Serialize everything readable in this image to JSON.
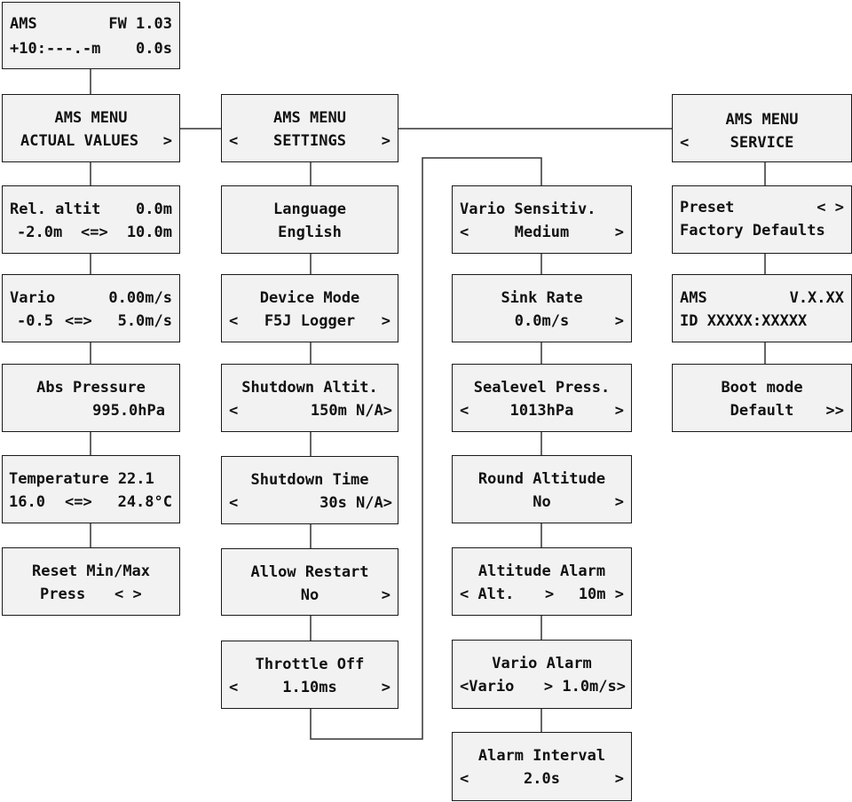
{
  "colors": {
    "background": "#ffffff",
    "box_fill": "#f2f2f2",
    "box_border": "#1a1a1a",
    "text": "#111111",
    "connector": "#333333"
  },
  "screens": {
    "start": {
      "l1": "AMS",
      "r1": "FW 1.03",
      "l2": "+10:---.-m",
      "r2": "0.0s"
    },
    "menu_actual": {
      "c1": "AMS MENU",
      "c2": "ACTUAL VALUES",
      "r2": ">"
    },
    "menu_settings": {
      "c1": "AMS MENU",
      "l2": "<",
      "c2": "SETTINGS",
      "r2": ">"
    },
    "menu_service": {
      "c1": "AMS MENU",
      "l2": "<",
      "c2": "SERVICE"
    },
    "rel_altit": {
      "l1": "Rel. altit",
      "r1": "0.0m",
      "l2": "-2.0m",
      "c2": "<=>",
      "r2": "10.0m"
    },
    "vario": {
      "l1": "Vario",
      "r1": "0.00m/s",
      "l2": "-0.5",
      "c2": "<=>",
      "r2": "5.0m/s"
    },
    "abs_pressure": {
      "c1": "Abs Pressure",
      "r2": "995.0hPa"
    },
    "temperature": {
      "l1": "Temperature 22.1",
      "l2": "16.0",
      "c2": "<=>",
      "r2": "24.8°C"
    },
    "reset_minmax": {
      "c1": "Reset Min/Max",
      "l2": "Press",
      "r2": "< >"
    },
    "language": {
      "c1": "Language",
      "c2": "English"
    },
    "device_mode": {
      "c1": "Device Mode",
      "l2": "<",
      "c2": "F5J Logger",
      "r2": ">"
    },
    "shutdown_altit": {
      "c1": "Shutdown Altit.",
      "l2": "<",
      "r2": "150m N/A>"
    },
    "shutdown_time": {
      "c1": "Shutdown Time",
      "l2": "<",
      "r2": "30s N/A>"
    },
    "allow_restart": {
      "c1": "Allow Restart",
      "c2": "No",
      "r2": ">"
    },
    "throttle_off": {
      "c1": "Throttle Off",
      "l2": "<",
      "c2": "1.10ms",
      "r2": ">"
    },
    "vario_sens": {
      "l1": "Vario Sensitiv.",
      "l2": "<",
      "c2": "Medium",
      "r2": ">"
    },
    "sink_rate": {
      "c1": "Sink Rate",
      "c2": "0.0m/s",
      "r2": ">"
    },
    "sealevel": {
      "c1": "Sealevel Press.",
      "l2": "<",
      "c2": "1013hPa",
      "r2": ">"
    },
    "round_alt": {
      "c1": "Round Altitude",
      "c2": "No",
      "r2": ">"
    },
    "alt_alarm": {
      "c1": "Altitude Alarm",
      "l2": "< Alt.",
      "c2": ">",
      "r2": "10m >"
    },
    "vario_alarm": {
      "c1": "Vario Alarm",
      "l2": "<Vario",
      "r2": "> 1.0m/s>"
    },
    "alarm_interval": {
      "c1": "Alarm Interval",
      "l2": "<",
      "c2": "2.0s",
      "r2": ">"
    },
    "preset": {
      "l1": "Preset",
      "r1": "< >",
      "l2": "Factory Defaults"
    },
    "version": {
      "l1": "AMS",
      "r1": "V.X.XX",
      "l2": "ID XXXXX:XXXXX"
    },
    "boot_mode": {
      "c1": "Boot mode",
      "c2": "Default",
      "r2": ">>"
    }
  }
}
